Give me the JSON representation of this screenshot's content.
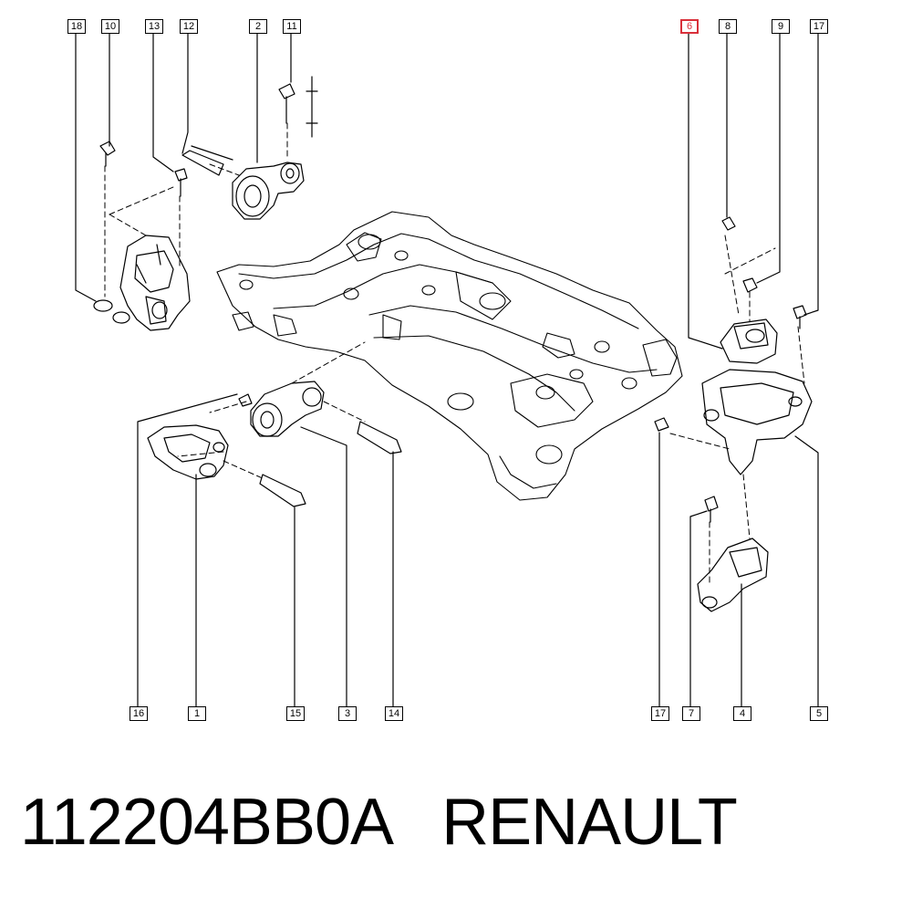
{
  "callouts": {
    "top": [
      "18",
      "10",
      "13",
      "12",
      "2",
      "11",
      "6",
      "8",
      "9",
      "17"
    ],
    "bottom": [
      "16",
      "1",
      "15",
      "3",
      "14",
      "17",
      "7",
      "4",
      "5"
    ]
  },
  "highlight": {
    "callout": "6",
    "color": "#d9303a"
  },
  "caption": {
    "part_number": "112204BB0A",
    "brand": "RENAULT"
  },
  "colors": {
    "ink": "#000000",
    "paper": "#ffffff"
  },
  "icons": [
    "bolt-icon",
    "nut-icon",
    "engine-mount-icon",
    "torque-rod-icon",
    "bracket-icon",
    "subframe-icon"
  ]
}
